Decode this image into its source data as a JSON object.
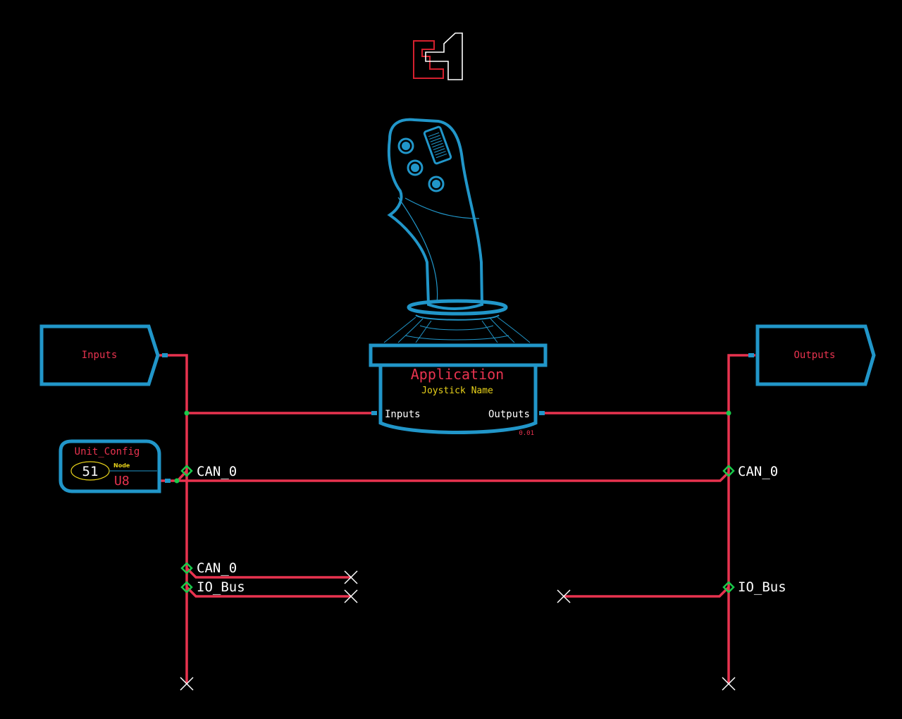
{
  "colors": {
    "background": "#000000",
    "wire": "#e8334f",
    "block": "#2196c9",
    "text_red": "#e8334f",
    "text_yellow": "#e8d21a",
    "text_white": "#ffffff",
    "junction": "#19c94a",
    "logo_red": "#d4202e",
    "logo_white": "#ffffff"
  },
  "logo": {
    "name": "e1-logo"
  },
  "inputs_block": {
    "label": "Inputs"
  },
  "outputs_block": {
    "label": "Outputs"
  },
  "application": {
    "title": "Application",
    "subtitle": "Joystick Name",
    "port_in": "Inputs",
    "port_out": "Outputs",
    "version": "0.01"
  },
  "unit_config": {
    "title": "Unit_Config",
    "value": "51",
    "node_label": "Node",
    "type": "U8"
  },
  "ports": {
    "left_can_top": "CAN_0",
    "left_can_bottom": "CAN_0",
    "left_io_bus": "IO_Bus",
    "right_can": "CAN_0",
    "right_io_bus": "IO_Bus"
  },
  "icons": {
    "joystick": "joystick-icon",
    "terminator": "x-terminator-icon",
    "junction": "junction-dot-icon"
  }
}
